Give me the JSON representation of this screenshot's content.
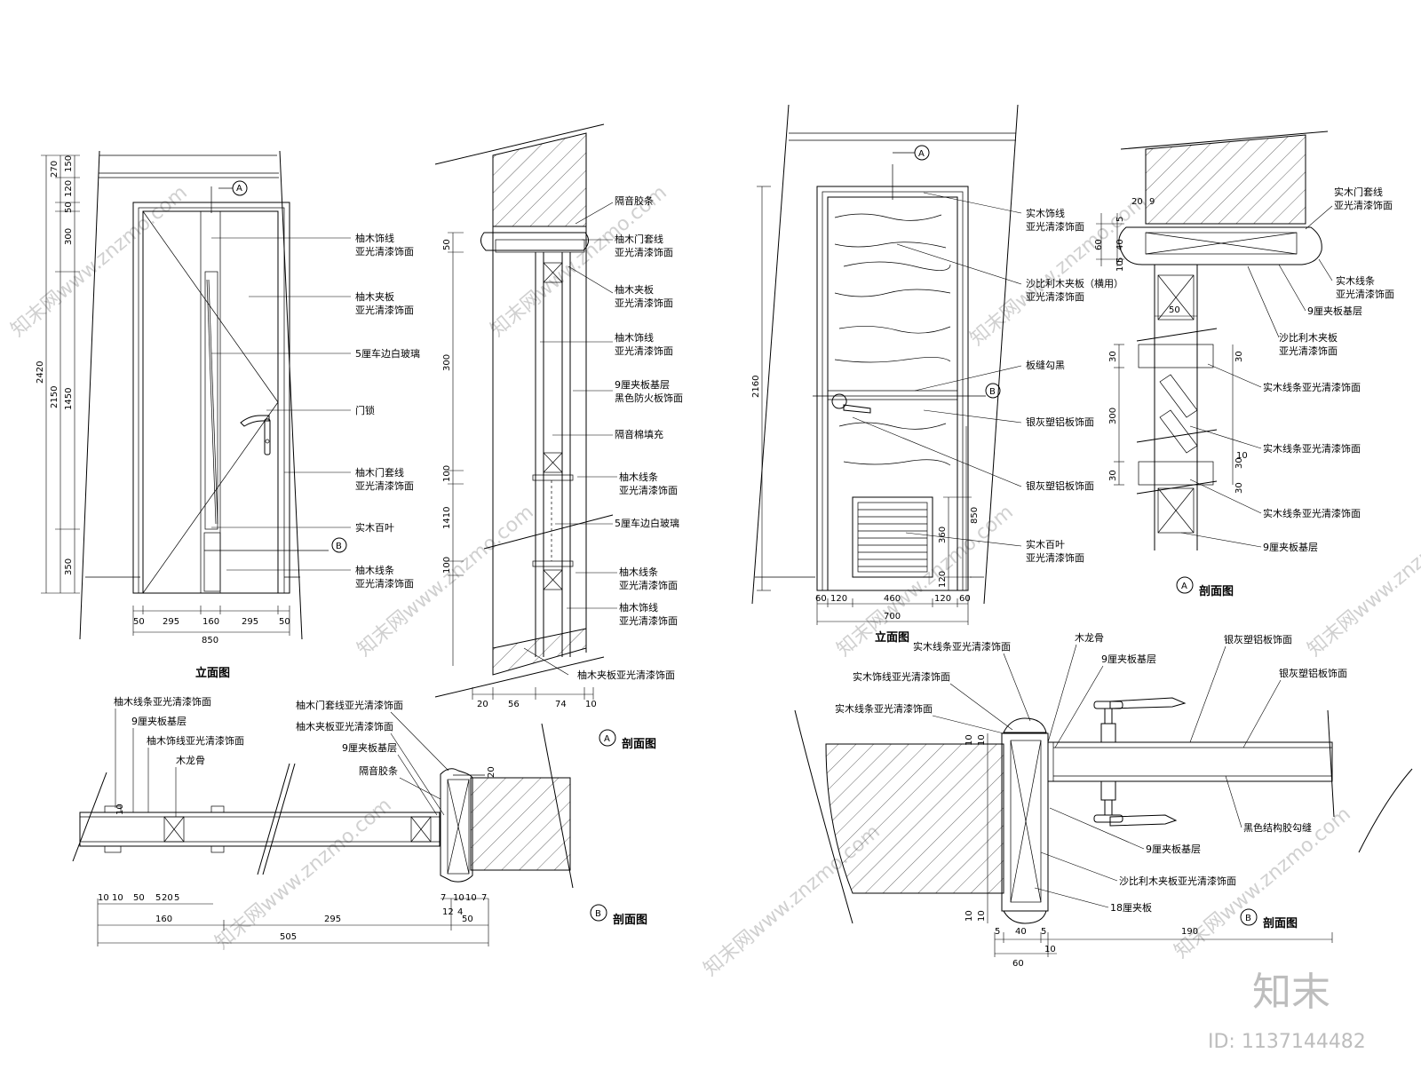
{
  "left": {
    "elevation": {
      "title": "立面图",
      "dims_vertical": [
        "270",
        "150",
        "120",
        "50",
        "300",
        "2420",
        "2150",
        "1450",
        "350"
      ],
      "dims_horizontal": [
        "50",
        "295",
        "160",
        "295",
        "50",
        "850"
      ],
      "marker_a": "A",
      "marker_b": "B",
      "labels": [
        {
          "l1": "柚木饰线",
          "l2": "亚光清漆饰面"
        },
        {
          "l1": "柚木夹板",
          "l2": "亚光清漆饰面"
        },
        {
          "l1": "5厘车边白玻璃",
          "l2": ""
        },
        {
          "l1": "门锁",
          "l2": ""
        },
        {
          "l1": "柚木门套线",
          "l2": "亚光清漆饰面"
        },
        {
          "l1": "实木百叶",
          "l2": ""
        },
        {
          "l1": "柚木线条",
          "l2": "亚光清漆饰面"
        }
      ]
    },
    "section_a": {
      "marker": "A",
      "title": "剖面图",
      "dims_vertical": [
        "50",
        "300",
        "100",
        "1410",
        "100"
      ],
      "dims_horizontal": [
        "20",
        "56",
        "74",
        "10"
      ],
      "labels": [
        {
          "l1": "隔音胶条",
          "l2": ""
        },
        {
          "l1": "柚木门套线",
          "l2": "亚光清漆饰面"
        },
        {
          "l1": "柚木夹板",
          "l2": "亚光清漆饰面"
        },
        {
          "l1": "柚木饰线",
          "l2": "亚光清漆饰面"
        },
        {
          "l1": "9厘夹板基层",
          "l2": "黑色防火板饰面"
        },
        {
          "l1": "隔音棉填充",
          "l2": ""
        },
        {
          "l1": "柚木线条",
          "l2": "亚光清漆饰面"
        },
        {
          "l1": "5厘车边白玻璃",
          "l2": ""
        },
        {
          "l1": "柚木线条",
          "l2": "亚光清漆饰面"
        },
        {
          "l1": "柚木饰线",
          "l2": "亚光清漆饰面"
        },
        {
          "l1": "柚木夹板亚光清漆饰面",
          "l2": ""
        }
      ]
    },
    "section_b": {
      "marker": "B",
      "title": "剖面图",
      "labels_left": [
        "柚木线条亚光清漆饰面",
        "9厘夹板基层",
        "柚木饰线亚光清漆饰面",
        "木龙骨"
      ],
      "labels_right": [
        "柚木门套线亚光清漆饰面",
        "柚木夹板亚光清漆饰面",
        "9厘夹板基层",
        "隔音胶条"
      ],
      "dims_top": [
        "10"
      ],
      "dims_right": [
        "20"
      ],
      "dims_row1": [
        "10",
        "10",
        "50",
        "5",
        "20",
        "5"
      ],
      "dims_row1_right": [
        "7",
        "10",
        "10",
        "7"
      ],
      "dims_row2": [
        "160",
        "295",
        "12",
        "4",
        "50"
      ],
      "dims_total": [
        "505"
      ]
    }
  },
  "right": {
    "elevation": {
      "title": "立面图",
      "dims_vertical": [
        "2160",
        "850",
        "360",
        "120"
      ],
      "dims_horizontal": [
        "60",
        "120",
        "460",
        "120",
        "60",
        "700"
      ],
      "marker_a": "A",
      "marker_b": "B",
      "labels": [
        {
          "l1": "实木饰线",
          "l2": "亚光清漆饰面"
        },
        {
          "l1": "沙比利木夹板（横用）",
          "l2": "亚光清漆饰面"
        },
        {
          "l1": "板缝勾黑",
          "l2": ""
        },
        {
          "l1": "银灰塑铝板饰面",
          "l2": ""
        },
        {
          "l1": "银灰塑铝板饰面",
          "l2": ""
        },
        {
          "l1": "实木百叶",
          "l2": "亚光清漆饰面"
        }
      ]
    },
    "section_a": {
      "marker": "A",
      "title": "剖面图",
      "dims_top": [
        "20",
        "9"
      ],
      "dims_vertical": [
        "5",
        "60",
        "40",
        "5",
        "10",
        "50",
        "30",
        "300",
        "30",
        "10",
        "30",
        "30",
        "30"
      ],
      "labels": [
        {
          "l1": "实木门套线",
          "l2": "亚光清漆饰面"
        },
        {
          "l1": "实木线条",
          "l2": "亚光清漆饰面"
        },
        {
          "l1": "9厘夹板基层",
          "l2": ""
        },
        {
          "l1": "沙比利木夹板",
          "l2": "亚光清漆饰面"
        },
        {
          "l1": "实木线条亚光清漆饰面",
          "l2": ""
        },
        {
          "l1": "实木线条亚光清漆饰面",
          "l2": ""
        },
        {
          "l1": "实木线条亚光清漆饰面",
          "l2": ""
        },
        {
          "l1": "9厘夹板基层",
          "l2": ""
        }
      ]
    },
    "section_b": {
      "marker": "B",
      "title": "剖面图",
      "labels": [
        "实木线条亚光清漆饰面",
        "实木饰线亚光清漆饰面",
        "实木线条亚光清漆饰面",
        "木龙骨",
        "9厘夹板基层",
        "银灰塑铝板饰面",
        "银灰塑铝板饰面",
        "黑色结构胶勾缝",
        "9厘夹板基层",
        "沙比利木夹板亚光清漆饰面",
        "18厘夹板"
      ],
      "dims_left": [
        "10",
        "10",
        "10",
        "10"
      ],
      "dims_bottom": [
        "5",
        "40",
        "5",
        "190"
      ],
      "dims_bottom2": [
        "60",
        "10"
      ]
    }
  },
  "watermark": {
    "text": "知末网www.znzmo.com",
    "short": "znzmo.com",
    "brand": "知末",
    "id": "ID: 1137144482"
  }
}
